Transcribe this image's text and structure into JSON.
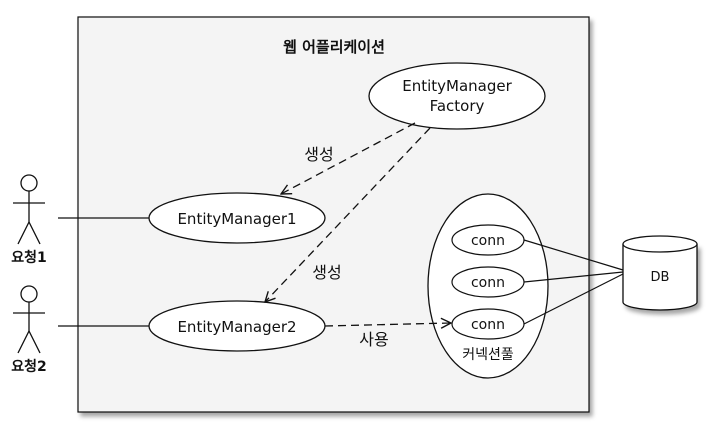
{
  "app": {
    "title": "웹 어플리케이션"
  },
  "nodes": {
    "factory_line1": "EntityManager",
    "factory_line2": "Factory",
    "em1": "EntityManager1",
    "em2": "EntityManager2",
    "conn1": "conn",
    "conn2": "conn",
    "conn3": "conn",
    "pool_label": "커넥션풀",
    "db": "DB"
  },
  "actors": {
    "req1": "요청1",
    "req2": "요청2"
  },
  "edges": {
    "create1": "생성",
    "create2": "생성",
    "use": "사용"
  }
}
